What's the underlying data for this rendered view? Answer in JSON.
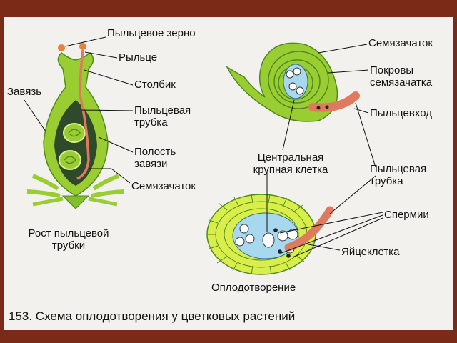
{
  "colors": {
    "frame": "#7b2a17",
    "paper": "#f2f1ee",
    "tissue_green": "#9acd32",
    "tissue_dark_green": "#4f8b1c",
    "cavity": "#2f4a2a",
    "sac_blue": "#a8d8ee",
    "pollen_tube": "#e07a5f",
    "pollen_grain": "#e8823a",
    "line": "#111111"
  },
  "labels": {
    "pollen_grain": "Пыльцевое зерно",
    "stigma": "Рыльце",
    "style": "Столбик",
    "ovary": "Завязь",
    "pollen_tube_left": "Пыльцевая трубка",
    "ovary_cavity": "Полость завязи",
    "ovule_left": "Семязачаток",
    "growth": "Рост пыльцевой трубки",
    "ovule_right": "Семязачаток",
    "integuments": "Покровы семязачатка",
    "micropyle": "Пыльцевход",
    "central_cell": "Центральная крупная клетка",
    "pollen_tube_right": "Пыльцевая трубка",
    "sperms": "Спермии",
    "egg_cell": "Яйцеклетка",
    "fertilization": "Оплодотворение"
  },
  "caption": "153. Схема оплодотворения у цветковых растений"
}
